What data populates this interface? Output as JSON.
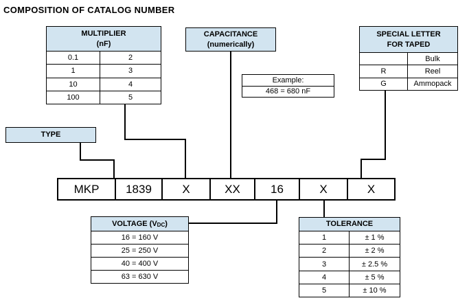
{
  "title": "COMPOSITION OF CATALOG NUMBER",
  "colors": {
    "header_fill": "#d2e4f0",
    "border": "#000000"
  },
  "multiplier_table": {
    "header_line1": "MULTIPLIER",
    "header_line2": "(nF)",
    "rows": [
      [
        "0.1",
        "2"
      ],
      [
        "1",
        "3"
      ],
      [
        "10",
        "4"
      ],
      [
        "100",
        "5"
      ]
    ]
  },
  "capacitance_box": {
    "line1": "CAPACITANCE",
    "line2": "(numerically)"
  },
  "example_box": {
    "label": "Example:",
    "value": "468 = 680 nF"
  },
  "special_letter_table": {
    "header_line1": "SPECIAL LETTER",
    "header_line2": "FOR TAPED",
    "rows": [
      [
        "",
        "Bulk"
      ],
      [
        "R",
        "Reel"
      ],
      [
        "G",
        "Ammopack"
      ]
    ]
  },
  "type_box": {
    "label": "TYPE"
  },
  "catalog_row": {
    "cells": [
      "MKP",
      "1839",
      "X",
      "XX",
      "16",
      "X",
      "X"
    ]
  },
  "voltage_table": {
    "header_prefix": "VOLTAGE (V",
    "header_sub": "DC",
    "header_suffix": ")",
    "rows": [
      "16 = 160 V",
      "25 = 250 V",
      "40 = 400 V",
      "63 = 630 V"
    ]
  },
  "tolerance_table": {
    "header": "TOLERANCE",
    "rows": [
      [
        "1",
        "± 1 %"
      ],
      [
        "2",
        "± 2 %"
      ],
      [
        "3",
        "± 2.5 %"
      ],
      [
        "4",
        "± 5 %"
      ],
      [
        "5",
        "± 10 %"
      ]
    ]
  }
}
